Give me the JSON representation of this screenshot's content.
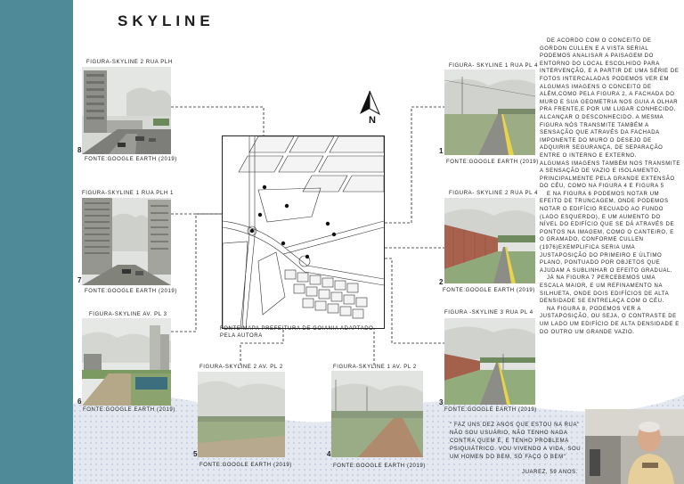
{
  "title": "SKYLINE",
  "figures": {
    "f8": {
      "caption": "FIGURA-SKYLINE 2 RUA PLH",
      "num": "8",
      "source": "FONTE:GOOGLE EARTH (2019)"
    },
    "f7": {
      "caption": "FIGURA-SKYLINE 1 RUA PLH 1",
      "num": "7",
      "source": "FONTE:GOOGLE EARTH (2019)"
    },
    "f6": {
      "caption": "FIGURA-SKYLINE AV. PL 3",
      "num": "6",
      "source": "FONTE:GOOGLE EARTH (2019)"
    },
    "f5": {
      "caption": "FIGURA-SKYLINE 2 AV. PL 2",
      "num": "5",
      "source": "FONTE:GOOGLE EARTH (2019)"
    },
    "f4": {
      "caption": "FIGURA-SKYLINE 1 AV. PL 2",
      "num": "4",
      "source": "FONTE:GOOGLE EARTH (2019)"
    },
    "f1": {
      "caption": "FIGURA- SKYLINE 1 RUA PL 4",
      "num": "1",
      "source": "FONTE:GOOGLE EARTH (2019)"
    },
    "f2": {
      "caption": "FIGURA- SKYLINE 2 RUA PL 4",
      "num": "2",
      "source": "FONTE:GOOGLE EARTH (2019)"
    },
    "f3": {
      "caption": "FIGURA -SKYLINE 3 RUA PL 4",
      "num": "3",
      "source": "FONTE:GOOGLE EARTH (2019)"
    }
  },
  "map": {
    "source_line1": "FONTE:MAPA PREFEITURA DE GOIANIA ADAPTADO",
    "source_line2": "PELA AUTORA"
  },
  "north_label": "N",
  "text_blocks": [
    "DE ACORDO COM O CONCEITO DE GORDON CULLEN E A VISTA SERIAL PODEMOS ANALISAR A PAISAGEM DO ENTORNO DO LOCAL ESCOLHIDO PARA INTERVENÇÃO, E A PARTIR DE UMA SÉRIE DE FOTOS INTERCALADAS PODEMOS VER EM ALGUMAS IMAGENS O CONCEITO DE ALÉM,COMO PELA FIGURA 2, A FACHADA DO MURO E SUA GEOMETRIA NOS GUIA A OLHAR PRA FRENTE,E POR UM LUGAR CONHECIDO, ALCANÇAR O DESCONHECIDO. A MESMA FIGURA NÓS TRANSMITE TAMBÉM A SENSAÇÃO QUE ATRAVÉS DA FACHADA IMPONENTE DO MURO O DESEJO DE ADQUIRIR SEGURANÇA, DE SEPARAÇÃO ENTRE O INTERNO E EXTERNO.",
    "ALGUMAS IMAGENS TAMBÉM NOS TRANSMITE A SENSAÇÃO DE VAZIO E ISOLAMENTO, PRINCIPALMENTE PELA GRANDE EXTENSÃO DO CÉU, COMO NA FIGURA 4 E FIGURA 5",
    "E NA FIGURA 6 PODEMOS NOTAR UM EFEITO DE TRUNCAGEM, ONDE PODEMOS NOTAR O EDIFÍCIO RECUADO AO FUNDO (LADO ESQUERDO), E UM AUMENTO DO NÍVEL DO EDIFÍCIO QUE SE DÁ ATRAVÉS DE PONTOS NA IMAGEM, COMO O CANTEIRO, E O GRAMADO, CONFORME CULLEN (1976)EXEMPLIFICA SERIA UMA JUSTAPOSIÇÃO DO PRIMEIRO E ÚLTIMO PLANO, PONTUADO POR OBJETOS QUE AJUDAM A SUBLINHAR O EFEITO GRADUAL.",
    "JÁ NA FIGURA 7 PERCEBEMOS UMA ESCALA MAIOR, E UM REFINAMENTO NA SILHUETA, ONDE DOIS EDIFÍCIOS DE ALTA DENSIDADE SE ENTRELAÇA COM O CÉU.",
    "NA FIGURA 8, PODEMOS VER A JUSTAPOSIÇÃO, OU SEJA, O CONTRASTE DE UM LADO UM EDIFÍCIO DE ALTA DENSIDADE E DO OUTRO UM GRANDE VAZIO."
  ],
  "quote": "\" FAZ UNS DEZ ANOS QUE ESTOU NA RUA\" NÃO SOU USUÁRIO, NÃO TENHO NADA CONTRA QUEM É, E TENHO PROBLEMA PSIQUIÁTRICO. VOU VIVENDO A VIDA, SOU UM HOMEN DO BEM, SÓ FAÇO O BEM\"",
  "quote_author": "JUAREZ, 59 ANOS.",
  "colors": {
    "sidebar": "#4f8a99",
    "wave": "#dfe3ee"
  }
}
